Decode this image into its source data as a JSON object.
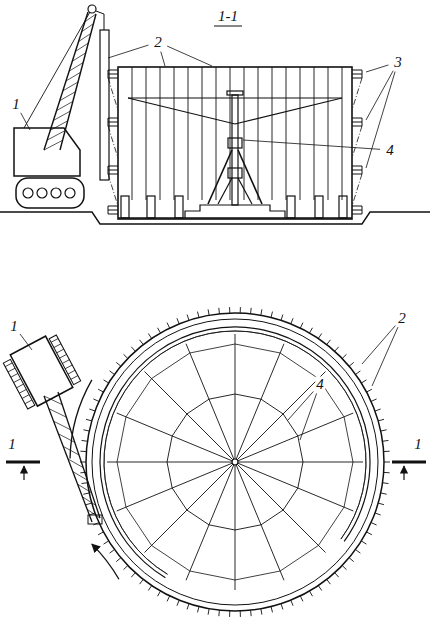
{
  "diagram": {
    "labels": [
      "1",
      "2",
      "1-1",
      "3",
      "4",
      "1",
      "2",
      "4",
      "1",
      "1"
    ]
  }
}
